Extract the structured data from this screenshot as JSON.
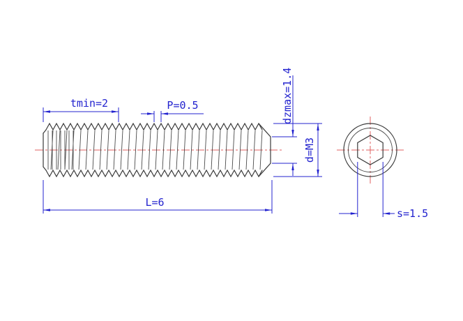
{
  "labels": {
    "tmin": "tmin=2",
    "pitch": "P=0.5",
    "dzmax": "dzmax=1.4",
    "diameter": "d=M3",
    "length": "L=6",
    "socket": "s=1.5"
  },
  "colors": {
    "dimension": "#2323cf",
    "outline": "#3a3a3a",
    "centerline": "#e06060",
    "background": "#ffffff"
  }
}
